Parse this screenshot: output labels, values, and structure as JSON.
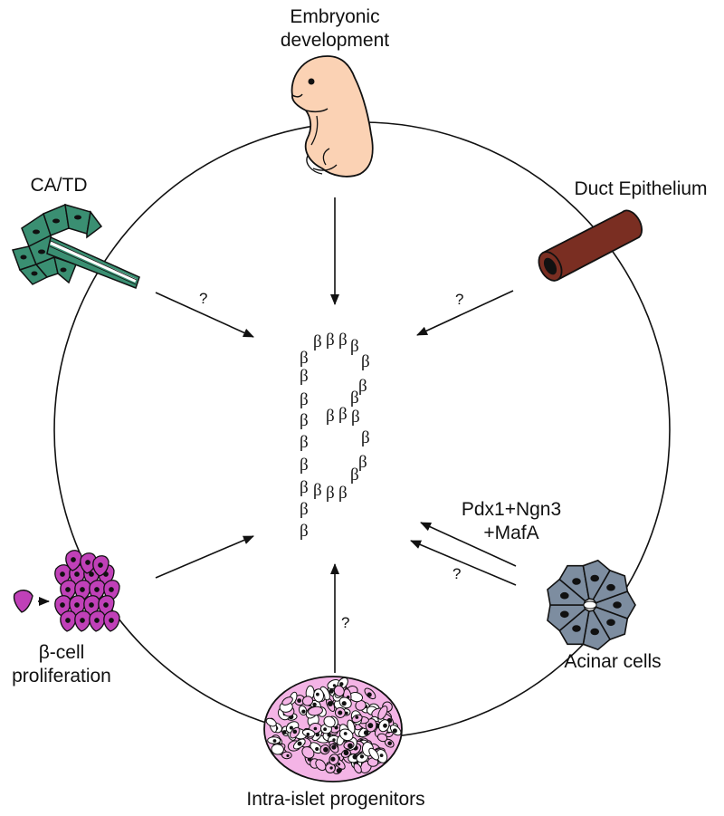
{
  "labels": {
    "embryonic_line1": "Embryonic",
    "embryonic_line2": "development",
    "ca_td": "CA/TD",
    "duct": "Duct Epithelium",
    "pdx_line1": "Pdx1+Ngn3",
    "pdx_line2": "+MafA",
    "acinar": "Acinar cells",
    "beta_line1": "β-cell",
    "beta_line2": "proliferation",
    "intra_islet": "Intra-islet progenitors"
  },
  "question_marks": {
    "ca_td": "?",
    "duct": "?",
    "acinar": "?",
    "progenitors": "?"
  },
  "beta_glyph": "β",
  "colors": {
    "embryo": "#fbd2b4",
    "ca_td_cells": "#3a8f72",
    "duct_tube": "#7a2e22",
    "acinar_cells": "#7d8da0",
    "beta_proliferation": "#c040b8",
    "islet_cells": "#f4b4e6"
  }
}
